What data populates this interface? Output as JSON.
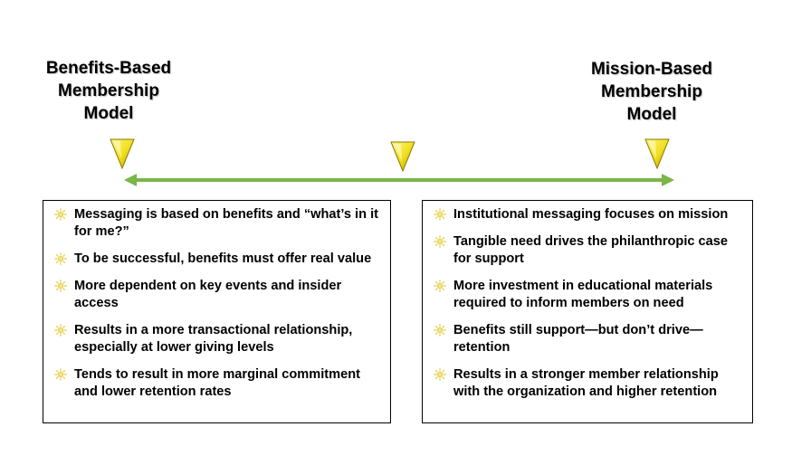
{
  "left_model": {
    "title": "Benefits-Based\nMembership\nModel",
    "bullets": [
      "Messaging is based on benefits and “what’s in it for me?”",
      "To be successful, benefits must offer real value",
      "More dependent on key events and insider access",
      "Results in a more transactional relationship, especially at lower giving levels",
      "Tends to result in more marginal commitment and lower retention rates"
    ]
  },
  "right_model": {
    "title": "Mission-Based\nMembership\nModel",
    "bullets": [
      "Institutional messaging focuses on mission",
      "Tangible need drives the philanthropic case for support",
      "More investment in educational materials required to inform members on need",
      "Benefits still  support—but don’t drive—retention",
      "Results in a stronger member relationship with the organization and higher retention"
    ]
  },
  "colors": {
    "arrow": "#7ab648",
    "marker_fill": "#f2e020",
    "marker_edge": "#8a7a00",
    "bullet_icon": "#f0df6a"
  },
  "icons": {
    "marker": "downward-triangle-marker",
    "bullet": "sun-bullet-icon",
    "axis": "double-headed-arrow"
  }
}
